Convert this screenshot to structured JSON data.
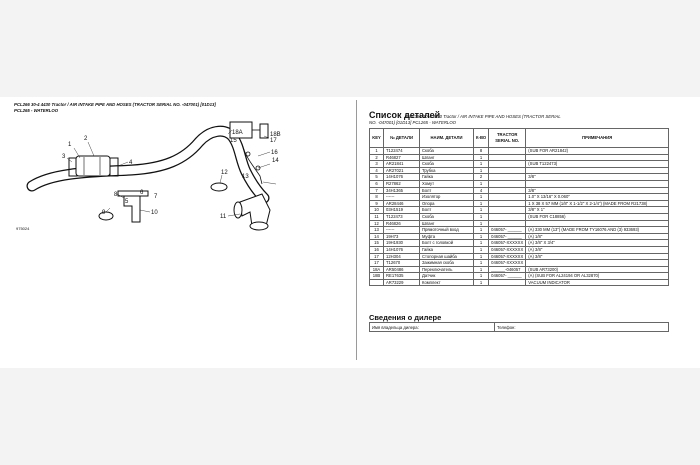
{
  "left": {
    "caption1": "PCL266 30-4 4430 Tractor / AIR INTAKE PIPE AND HOSES (TRACTOR SERIAL NO. -047001) [01D13]",
    "caption2": "PCL265 - WATERLOO",
    "callouts": [
      "1",
      "2",
      "3",
      "4",
      "5",
      "6",
      "7",
      "8",
      "9",
      "10",
      "11",
      "12",
      "13",
      "14",
      "15",
      "16",
      "17",
      "18A",
      "18B"
    ],
    "figure_id": "975024"
  },
  "right": {
    "title": "Список деталей",
    "subtitle": "PCL266 30-4 4430 Tractor / AIR INTAKE PIPE AND HOSES (TRACTOR SERIAL",
    "subtitle2": "NO. -047001) [01D13] PCL265 - WATERLOO",
    "headers": [
      "KEY",
      "№ ДЕТАЛИ",
      "НАИМ. ДЕТАЛИ",
      "К-ВО",
      "TRACTOR SERIAL NO.",
      "ПРИМЕЧАНИЯ"
    ],
    "rows": [
      [
        "1",
        "T122474",
        "Скоба",
        "8",
        "",
        "(SUB FOR AR21842)"
      ],
      [
        "2",
        "R46827",
        "Шланг",
        "1",
        "",
        ""
      ],
      [
        "3",
        "AR21841",
        "Скоба",
        "1",
        "",
        "(SUB T122473)"
      ],
      [
        "4",
        "AR27021",
        "Трубка",
        "1",
        "",
        ""
      ],
      [
        "5",
        "14H1076",
        "Гайка",
        "2",
        "",
        "3/8\""
      ],
      [
        "6",
        "R27862",
        "Хомут",
        "1",
        "",
        ""
      ],
      [
        "7",
        "34H1365",
        "Болт",
        "4",
        "",
        "3/8\""
      ],
      [
        "8",
        "------",
        "Изолятор",
        "1",
        "",
        "1.0\" X 13/16\" X 0.060\""
      ],
      [
        "9",
        "AR28446",
        "Опора",
        "1",
        "",
        "1 X 38 X 57 MM (1/8\" X 1-1/2\" X 2-1/4\") (MADE FROM R21738)"
      ],
      [
        "10",
        "03H1519",
        "Болт",
        "1",
        "",
        "3/8\" X 1\""
      ],
      [
        "11",
        "T122473",
        "Скоба",
        "1",
        "",
        "(SUB FOR C18856)"
      ],
      [
        "12",
        "R46826",
        "Шланг",
        "1",
        "",
        ""
      ],
      [
        "13",
        "------",
        "Прямоточный вход",
        "1",
        "046057- ______",
        "(A) 330 MM (13\") (MADE FROM TY16076 AND (3) 933693)"
      ],
      [
        "14",
        "19H73",
        "Муфта",
        "1",
        "046057- ______",
        "(A) 1/8\""
      ],
      [
        "15",
        "19H1930",
        "Болт с головкой",
        "1",
        "046057-XXXXXX",
        "(A) 3/8\" X 3/4\""
      ],
      [
        "16",
        "14H1076",
        "Гайка",
        "1",
        "046057-XXXXXX",
        "(A) 3/8\""
      ],
      [
        "17",
        "12H304",
        "Стопорная шайба",
        "1",
        "046057-XXXXXX",
        "(A) 3/8\""
      ],
      [
        "17",
        "T12670",
        "Зажимная скоба",
        "1",
        "046057-XXXXXX",
        ""
      ],
      [
        "18A",
        "AR50486",
        "Переключатель",
        "1",
        "______-046057",
        "(SUB AR73200)"
      ],
      [
        "18B",
        "RE17635",
        "Датчик",
        "1",
        "046057- ______",
        "(A) (SUB FOR AL24194 OR AL32870)"
      ],
      [
        "",
        "AR73229",
        "Комплект",
        "1",
        "",
        "VACUUM INDICATOR"
      ]
    ],
    "dealer_title": "Сведения о дилере",
    "dealer_name_label": "Имя владельца дилера:",
    "dealer_phone_label": "Телефон:"
  }
}
